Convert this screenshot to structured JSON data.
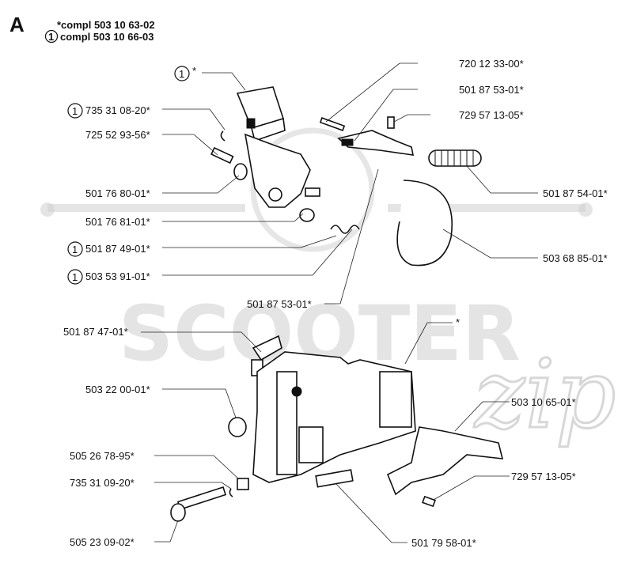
{
  "section": "A",
  "header": {
    "compl1": "*compl 503 10 63-02",
    "compl2_marker": "1",
    "compl2": "compl 503 10 66-03"
  },
  "watermark": {
    "word1": "SCOOTER",
    "word2": "zip"
  },
  "labels": {
    "top_asterisk": "*",
    "p735310820": "735 31 08-20*",
    "p725529356": "725 52 93-56*",
    "p501768001": "501 76 80-01*",
    "p501768101": "501 76 81-01*",
    "p501874901": "501 87 49-01*",
    "p503539101": "503 53 91-01*",
    "p720123300": "720 12 33-00*",
    "p501875301a": "501 87 53-01*",
    "p729571305a": "729 57 13-05*",
    "p501875401": "501 87 54-01*",
    "p503688501": "503 68 85-01*",
    "p501875301b": "501 87 53-01*",
    "p501874701": "501 87 47-01*",
    "cover_asterisk": "*",
    "p503220001": "503 22 00-01*",
    "p503106501": "503 10 65-01*",
    "p505267895": "505 26 78-95*",
    "p735310920": "735 31 09-20*",
    "p729571305b": "729 57 13-05*",
    "p505230902": "505 23 09-02*",
    "p501795801": "501 79 58-01*"
  },
  "markers": {
    "circled_one": "1"
  }
}
